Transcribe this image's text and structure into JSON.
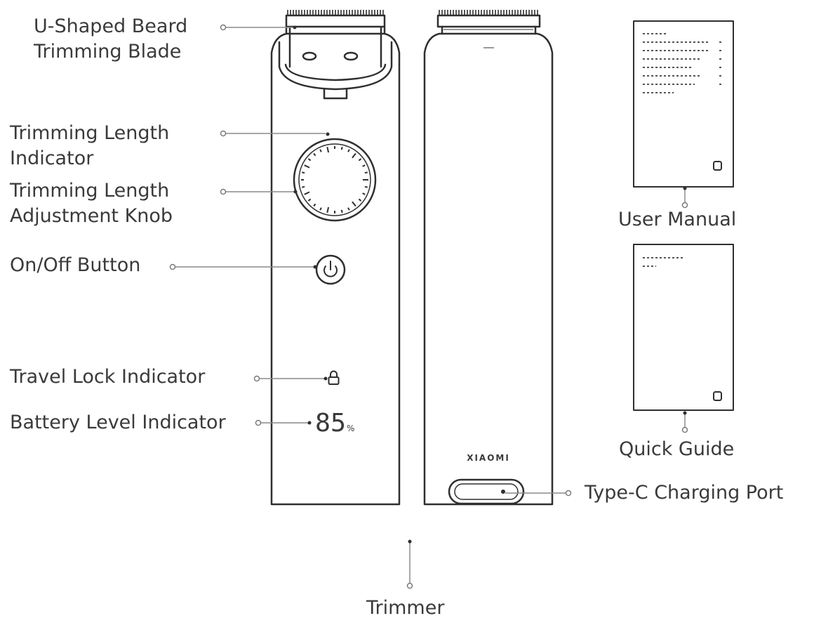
{
  "labels": {
    "blade": [
      "U-Shaped Beard",
      "Trimming Blade"
    ],
    "length_indicator": [
      "Trimming Length",
      "Indicator"
    ],
    "length_knob": [
      "Trimming Length",
      "Adjustment Knob"
    ],
    "power_button": "On/Off Button",
    "travel_lock": "Travel Lock Indicator",
    "battery": "Battery Level Indicator",
    "user_manual": "User Manual",
    "quick_guide": "Quick Guide",
    "charging_port": "Type-C Charging Port",
    "trimmer": "Trimmer"
  },
  "device": {
    "battery_display": "85",
    "battery_unit": "%",
    "brand": "XIAOMI"
  },
  "icons": [
    "power-icon",
    "lock-icon"
  ]
}
